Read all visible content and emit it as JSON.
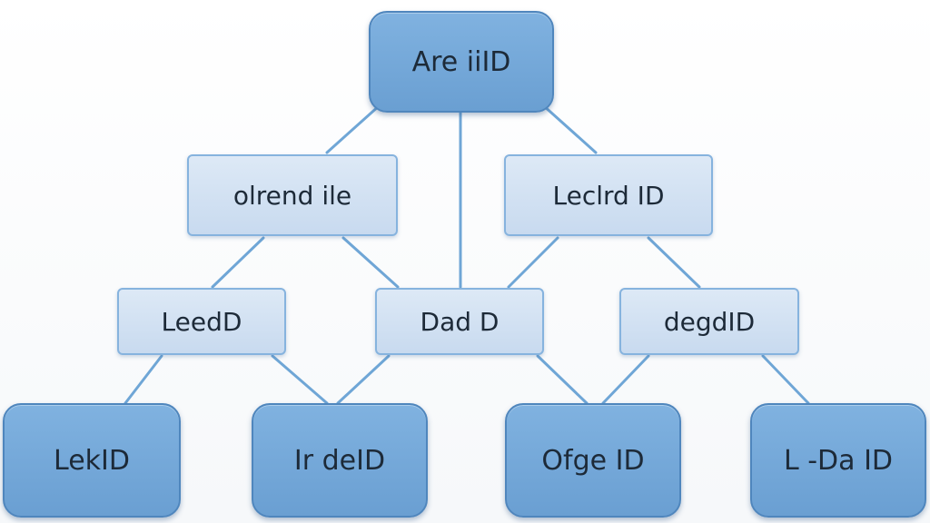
{
  "diagram": {
    "nodes": {
      "root": "Are iiID",
      "l1a": "olrend ile",
      "l1b": "Leclrd ID",
      "l2a": "LeedD",
      "l2b": "Dad D",
      "l2c": "degdID",
      "l3a": "LekID",
      "l3b": "Ir deID",
      "l3c": "Ofge ID",
      "l3d": "L -Da ID"
    },
    "edges": [
      [
        "root",
        "l1a"
      ],
      [
        "root",
        "l2b"
      ],
      [
        "root",
        "l1b"
      ],
      [
        "l1a",
        "l2a"
      ],
      [
        "l1a",
        "l2b"
      ],
      [
        "l1b",
        "l2b"
      ],
      [
        "l1b",
        "l2c"
      ],
      [
        "l2a",
        "l3a"
      ],
      [
        "l2a",
        "l3b"
      ],
      [
        "l2b",
        "l3b"
      ],
      [
        "l2b",
        "l3c"
      ],
      [
        "l2c",
        "l3c"
      ],
      [
        "l2c",
        "l3d"
      ]
    ],
    "colors": {
      "dark_fill": "#74a8da",
      "light_fill": "#d3e2f3",
      "edge": "#6fa6d6",
      "text": "#1d2a38"
    }
  }
}
